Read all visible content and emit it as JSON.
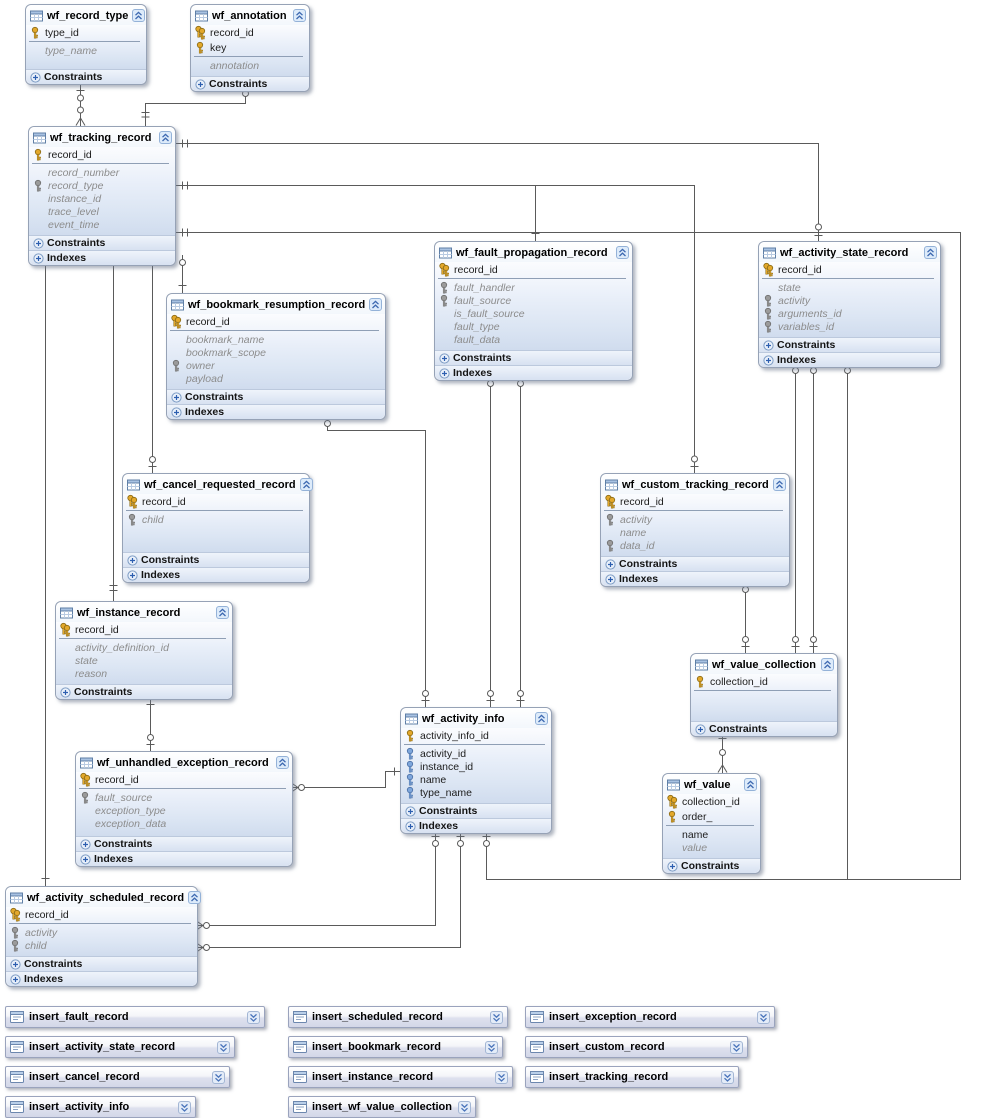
{
  "diagram": {
    "tables": [
      {
        "name": "wf_record_type",
        "pk": [
          {
            "label": "type_id",
            "key": "gold",
            "nullable": false
          }
        ],
        "fields": [
          {
            "label": "type_name",
            "key": "none",
            "nullable": true
          }
        ],
        "footer": [
          "Constraints"
        ]
      },
      {
        "name": "wf_annotation",
        "pk": [
          {
            "label": "record_id",
            "key": "gold2",
            "nullable": false
          },
          {
            "label": "key",
            "key": "gold",
            "nullable": false
          }
        ],
        "fields": [
          {
            "label": "annotation",
            "key": "none",
            "nullable": true
          }
        ],
        "footer": [
          "Constraints"
        ]
      },
      {
        "name": "wf_tracking_record",
        "pk": [
          {
            "label": "record_id",
            "key": "gold",
            "nullable": false
          }
        ],
        "fields": [
          {
            "label": "record_number",
            "key": "none",
            "nullable": true
          },
          {
            "label": "record_type",
            "key": "gray",
            "nullable": true
          },
          {
            "label": "instance_id",
            "key": "none",
            "nullable": true
          },
          {
            "label": "trace_level",
            "key": "none",
            "nullable": true
          },
          {
            "label": "event_time",
            "key": "none",
            "nullable": true
          }
        ],
        "footer": [
          "Constraints",
          "Indexes"
        ]
      },
      {
        "name": "wf_bookmark_resumption_record",
        "pk": [
          {
            "label": "record_id",
            "key": "gold2",
            "nullable": false
          }
        ],
        "fields": [
          {
            "label": "bookmark_name",
            "key": "none",
            "nullable": true
          },
          {
            "label": "bookmark_scope",
            "key": "none",
            "nullable": true
          },
          {
            "label": "owner",
            "key": "gray",
            "nullable": true
          },
          {
            "label": "payload",
            "key": "none",
            "nullable": true
          }
        ],
        "footer": [
          "Constraints",
          "Indexes"
        ]
      },
      {
        "name": "wf_fault_propagation_record",
        "pk": [
          {
            "label": "record_id",
            "key": "gold2",
            "nullable": false
          }
        ],
        "fields": [
          {
            "label": "fault_handler",
            "key": "gray",
            "nullable": true
          },
          {
            "label": "fault_source",
            "key": "gray",
            "nullable": true
          },
          {
            "label": "is_fault_source",
            "key": "none",
            "nullable": true
          },
          {
            "label": "fault_type",
            "key": "none",
            "nullable": true
          },
          {
            "label": "fault_data",
            "key": "none",
            "nullable": true
          }
        ],
        "footer": [
          "Constraints",
          "Indexes"
        ]
      },
      {
        "name": "wf_activity_state_record",
        "pk": [
          {
            "label": "record_id",
            "key": "gold2",
            "nullable": false
          }
        ],
        "fields": [
          {
            "label": "state",
            "key": "none",
            "nullable": true
          },
          {
            "label": "activity",
            "key": "gray",
            "nullable": true
          },
          {
            "label": "arguments_id",
            "key": "gray",
            "nullable": true
          },
          {
            "label": "variables_id",
            "key": "gray",
            "nullable": true
          }
        ],
        "footer": [
          "Constraints",
          "Indexes"
        ]
      },
      {
        "name": "wf_cancel_requested_record",
        "pk": [
          {
            "label": "record_id",
            "key": "gold2",
            "nullable": false
          }
        ],
        "fields": [
          {
            "label": "child",
            "key": "gray",
            "nullable": true
          }
        ],
        "footer": [
          "Constraints",
          "Indexes"
        ]
      },
      {
        "name": "wf_custom_tracking_record",
        "pk": [
          {
            "label": "record_id",
            "key": "gold2",
            "nullable": false
          }
        ],
        "fields": [
          {
            "label": "activity",
            "key": "gray",
            "nullable": true
          },
          {
            "label": "name",
            "key": "none",
            "nullable": true
          },
          {
            "label": "data_id",
            "key": "gray",
            "nullable": true
          }
        ],
        "footer": [
          "Constraints",
          "Indexes"
        ]
      },
      {
        "name": "wf_instance_record",
        "pk": [
          {
            "label": "record_id",
            "key": "gold2",
            "nullable": false
          }
        ],
        "fields": [
          {
            "label": "activity_definition_id",
            "key": "none",
            "nullable": true
          },
          {
            "label": "state",
            "key": "none",
            "nullable": true
          },
          {
            "label": "reason",
            "key": "none",
            "nullable": true
          }
        ],
        "footer": [
          "Constraints"
        ]
      },
      {
        "name": "wf_value_collection",
        "pk": [
          {
            "label": "collection_id",
            "key": "gold",
            "nullable": false
          }
        ],
        "fields": [],
        "footer": [
          "Constraints"
        ]
      },
      {
        "name": "wf_activity_info",
        "pk": [
          {
            "label": "activity_info_id",
            "key": "gold",
            "nullable": false
          }
        ],
        "fields": [
          {
            "label": "activity_id",
            "key": "blue",
            "nullable": false
          },
          {
            "label": "instance_id",
            "key": "blue",
            "nullable": false
          },
          {
            "label": "name",
            "key": "blue",
            "nullable": false
          },
          {
            "label": "type_name",
            "key": "blue",
            "nullable": false
          }
        ],
        "footer": [
          "Constraints",
          "Indexes"
        ]
      },
      {
        "name": "wf_unhandled_exception_record",
        "pk": [
          {
            "label": "record_id",
            "key": "gold2",
            "nullable": false
          }
        ],
        "fields": [
          {
            "label": "fault_source",
            "key": "gray",
            "nullable": true
          },
          {
            "label": "exception_type",
            "key": "none",
            "nullable": true
          },
          {
            "label": "exception_data",
            "key": "none",
            "nullable": true
          }
        ],
        "footer": [
          "Constraints",
          "Indexes"
        ]
      },
      {
        "name": "wf_value",
        "pk": [
          {
            "label": "collection_id",
            "key": "gold2",
            "nullable": false
          },
          {
            "label": "order_",
            "key": "gold",
            "nullable": false
          }
        ],
        "fields": [
          {
            "label": "name",
            "key": "none",
            "nullable": false
          },
          {
            "label": "value",
            "key": "none",
            "nullable": true
          }
        ],
        "footer": [
          "Constraints"
        ]
      },
      {
        "name": "wf_activity_scheduled_record",
        "pk": [
          {
            "label": "record_id",
            "key": "gold2",
            "nullable": false
          }
        ],
        "fields": [
          {
            "label": "activity",
            "key": "gray",
            "nullable": true
          },
          {
            "label": "child",
            "key": "gray",
            "nullable": true
          }
        ],
        "footer": [
          "Constraints",
          "Indexes"
        ]
      }
    ],
    "procedures": [
      {
        "label": "insert_fault_record"
      },
      {
        "label": "insert_scheduled_record"
      },
      {
        "label": "insert_exception_record"
      },
      {
        "label": "insert_activity_state_record"
      },
      {
        "label": "insert_bookmark_record"
      },
      {
        "label": "insert_custom_record"
      },
      {
        "label": "insert_cancel_record"
      },
      {
        "label": "insert_instance_record"
      },
      {
        "label": "insert_tracking_record"
      },
      {
        "label": "insert_activity_info"
      },
      {
        "label": "insert_wf_value_collection"
      }
    ],
    "icons": {
      "table_icon": "table-grid",
      "collapse_icon": "chevron-double-up",
      "expand_icon": "plus",
      "procedure_icon": "stored-procedure",
      "procedure_expand_icon": "chevron-double-down",
      "primary_key_icon": "gold-key",
      "foreign_key_icon": "gray-key",
      "index_key_icon": "blue-key"
    },
    "colors": {
      "canvas": "#ffffff",
      "table_border": "#96a2b6",
      "table_body_tint": "#dbe5f3",
      "relationship_line": "#5a5a5a",
      "key_gold": "#e3a82b",
      "key_gray": "#9b9b9b",
      "key_blue": "#7fa7dc",
      "chevron_blue": "#3c68b0"
    }
  }
}
